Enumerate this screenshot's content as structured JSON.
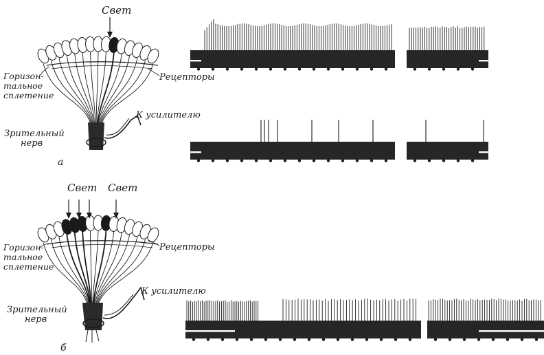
{
  "panel_a": {
    "letter": "а",
    "light": "Свет",
    "receptors": "Рецепторы",
    "plexus_lines": [
      "Горизон-",
      "тальное",
      "сплетение"
    ],
    "to_amplifier": "К усилителю",
    "nerve_lines": [
      "Зрительный",
      "нерв"
    ]
  },
  "panel_b": {
    "letter": "б",
    "light_group": "Свет",
    "light_single": "Свет",
    "receptors": "Рецепторы",
    "plexus_lines": [
      "Горизон-",
      "тальное",
      "сплетение"
    ],
    "to_amplifier": "К усилителю",
    "nerve_lines": [
      "Зрительный",
      "нерв"
    ]
  },
  "traces": {
    "row1_density": "dense",
    "row2_density": "sparse",
    "row3_density": "inhibited-then-recovery"
  },
  "colors": {
    "ink": "#1a1a1a",
    "band": "#262626",
    "highlight": "#ffffff"
  }
}
